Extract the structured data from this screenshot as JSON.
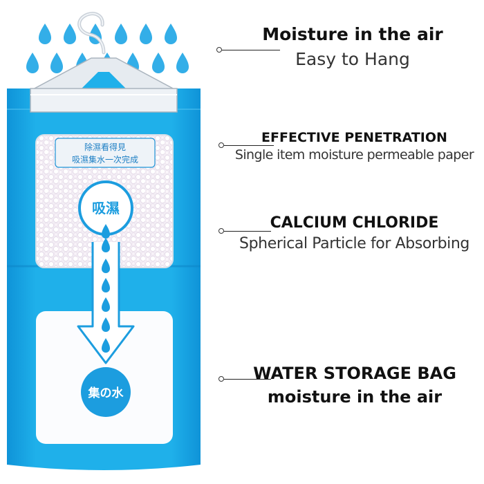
{
  "colors": {
    "bag_blue": "#1fa9e6",
    "bag_blue_dark": "#0f8dd1",
    "drop_blue": "#33aee8",
    "window_tint": "#e3e9f1",
    "storage_white": "#fbfcfe",
    "text_dark": "#111111",
    "text_sub": "#333333"
  },
  "bag": {
    "label_line1": "除濕看得見",
    "label_line2": "吸濕集水一次完成",
    "absorb_badge": "吸濕",
    "collect_badge": "集の水"
  },
  "features": [
    {
      "title": "Moisture in the air",
      "subtitle": "Easy to Hang"
    },
    {
      "title": "EFFECTIVE PENETRATION",
      "subtitle": "Single item moisture permeable paper"
    },
    {
      "title": "CALCIUM CHLORIDE",
      "subtitle": "Spherical Particle for Absorbing"
    },
    {
      "title": "WATER STORAGE BAG",
      "subtitle": "moisture in the air"
    }
  ]
}
